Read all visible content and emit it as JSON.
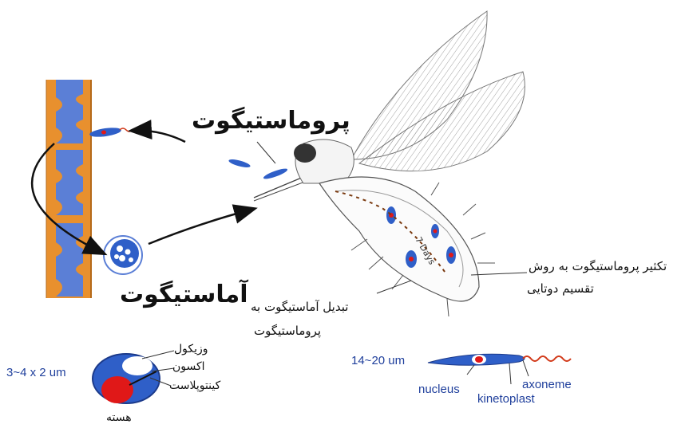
{
  "labels": {
    "promastigote_title": "پروماستیگوت",
    "amastigote_title": "آماستیگوت",
    "multiplication_line1": "تکثیر پروماستیگوت به روش",
    "multiplication_line2": "تقسیم دوتایی",
    "transform_line1": "تبدیل آماستیگوت به",
    "transform_line2": "پروماستیگوت",
    "days_label": "7 Days"
  },
  "amastigote_detail": {
    "size": "3~4 x 2 um",
    "vacuole": "وزیکول",
    "axoneme": "اکسون",
    "kinetoplast": "کینتوپلاست",
    "nucleus": "هسته"
  },
  "promastigote_detail": {
    "size": "14~20 um",
    "nucleus": "nucleus",
    "kinetoplast": "kinetoplast",
    "axoneme": "axoneme"
  },
  "colors": {
    "tissue_orange": "#e8902e",
    "tissue_blue": "#5b7fd6",
    "cell_blue": "#2f5fc8",
    "nucleus_red": "#e01818",
    "flagellum_red": "#d23a1a",
    "label_blue": "#1f3f9c"
  }
}
